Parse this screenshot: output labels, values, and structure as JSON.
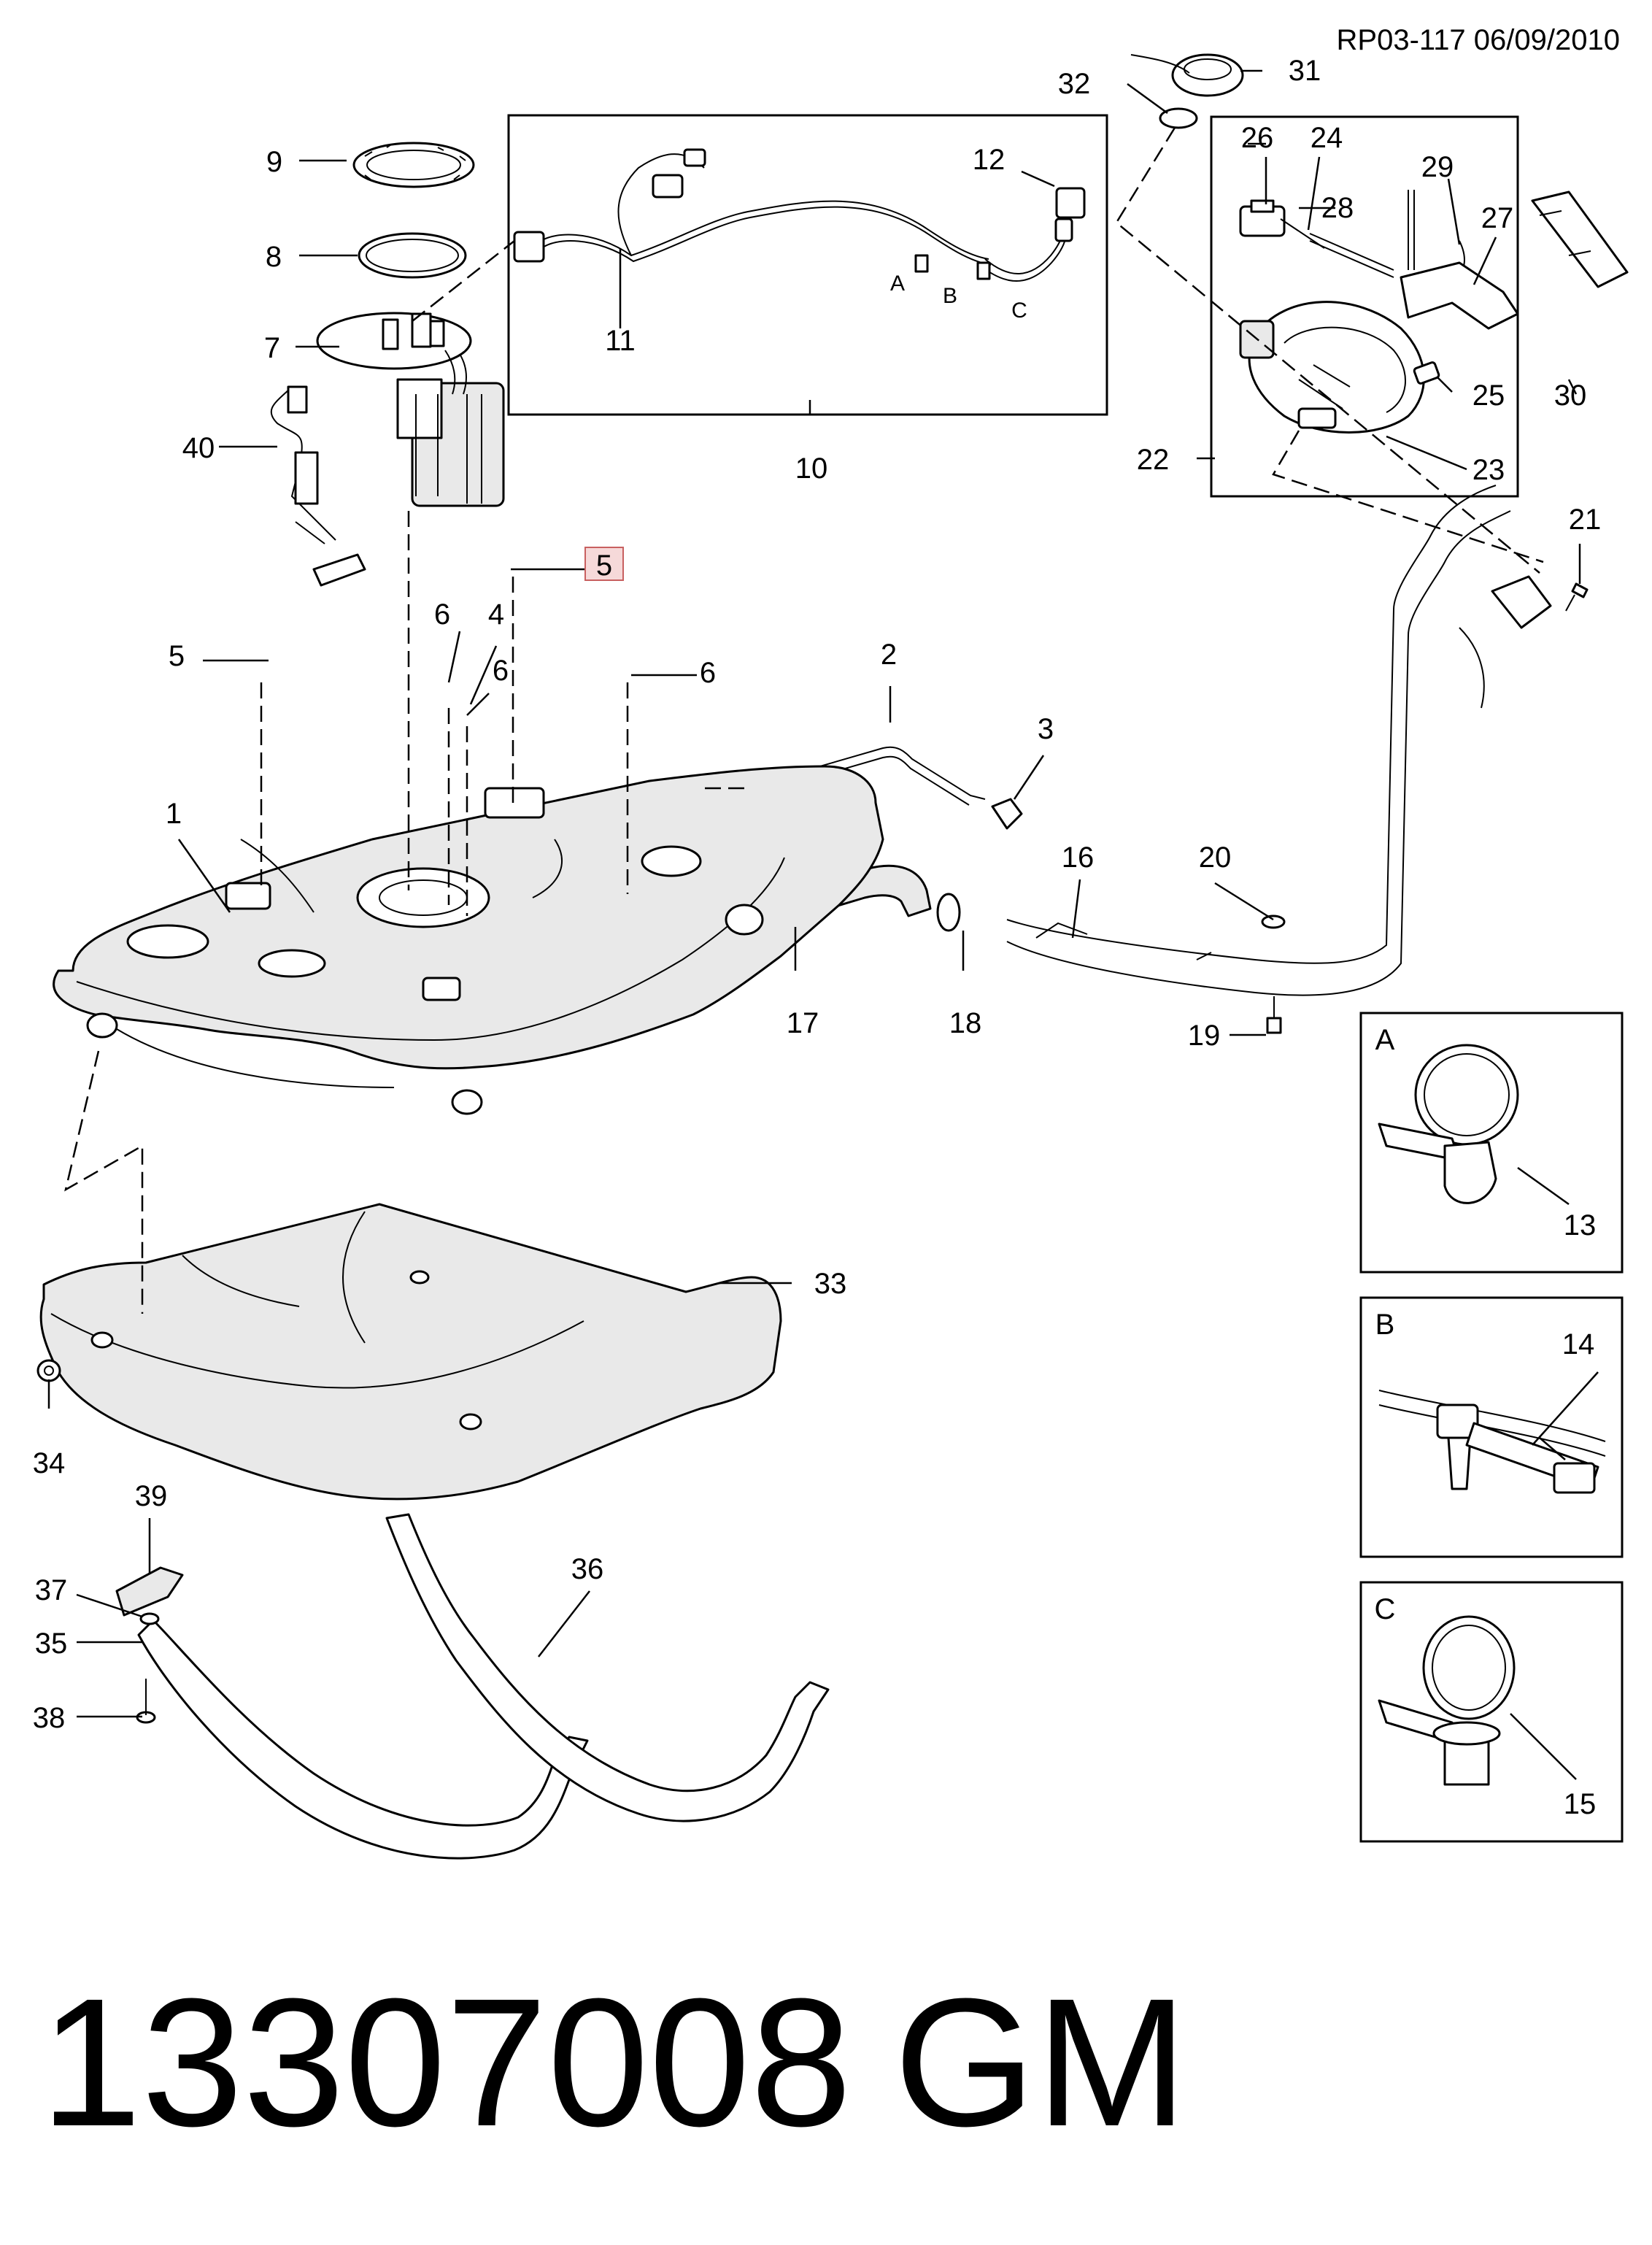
{
  "reference": "RP03-117 06/09/2010",
  "part_number": "13307008",
  "brand": "GM",
  "highlighted_callout": "5",
  "callouts": {
    "c1": "1",
    "c2": "2",
    "c3": "3",
    "c4": "4",
    "c5a": "5",
    "c5b": "5",
    "c6a": "6",
    "c6b": "6",
    "c6c": "6",
    "c7": "7",
    "c8": "8",
    "c9": "9",
    "c10": "10",
    "c11": "11",
    "c12": "12",
    "c13": "13",
    "c14": "14",
    "c15": "15",
    "c16": "16",
    "c17": "17",
    "c18": "18",
    "c19": "19",
    "c20": "20",
    "c21": "21",
    "c22": "22",
    "c23": "23",
    "c24": "24",
    "c25": "25",
    "c26": "26",
    "c27": "27",
    "c28": "28",
    "c29": "29",
    "c30": "30",
    "c31": "31",
    "c32": "32",
    "c33": "33",
    "c34": "34",
    "c35": "35",
    "c36": "36",
    "c37": "37",
    "c38": "38",
    "c39": "39",
    "c40": "40"
  },
  "hose_letters": {
    "a": "A",
    "b": "B",
    "c": "C"
  },
  "detail_boxes": {
    "a": "A",
    "b": "B",
    "c": "C"
  }
}
